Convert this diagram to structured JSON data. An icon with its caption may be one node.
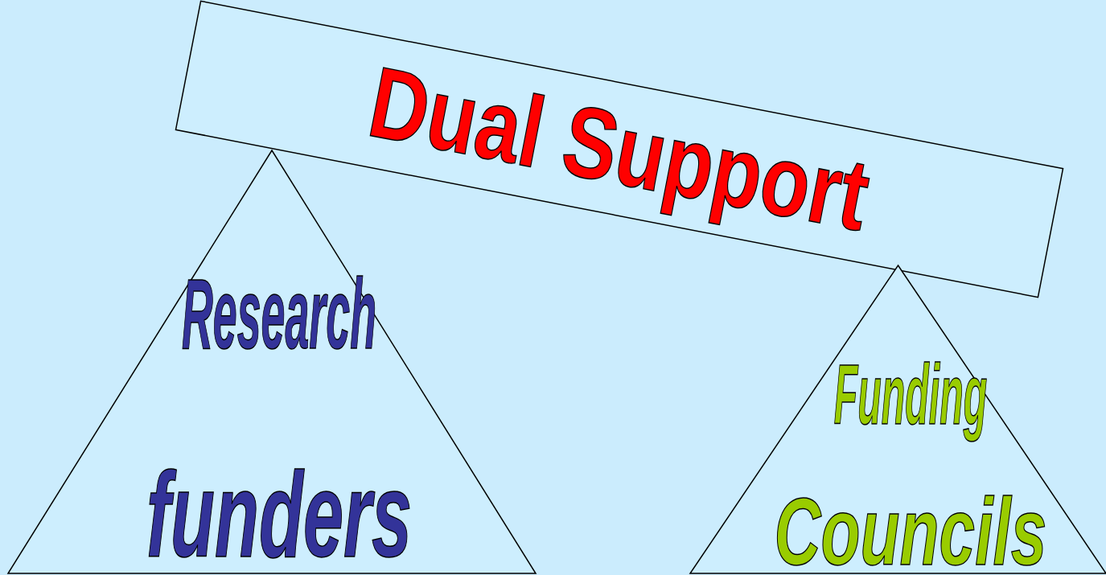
{
  "diagram": {
    "nodes": [
      {
        "text": [
          "Dual Support"
        ]
      },
      {
        "text": [
          "Research",
          "funders"
        ]
      },
      {
        "text": [
          "Funding",
          "Councils"
        ]
      }
    ]
  }
}
